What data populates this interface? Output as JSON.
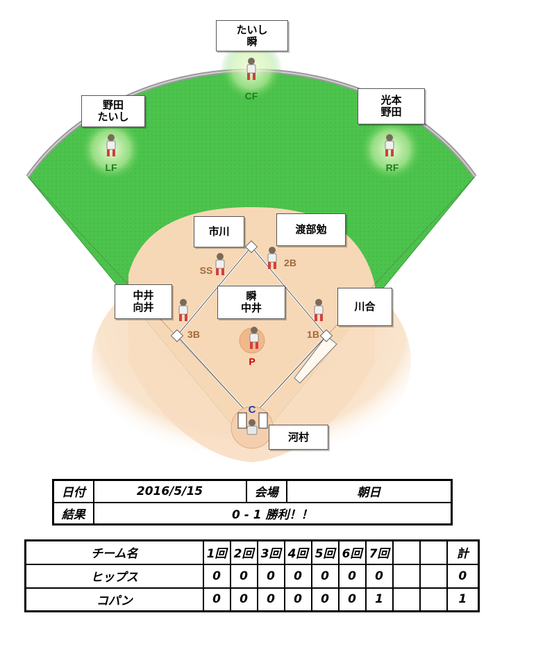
{
  "positions": {
    "cf": {
      "code": "CF",
      "players": [
        "たいし",
        "瞬"
      ]
    },
    "lf": {
      "code": "LF",
      "players": [
        "野田",
        "たいし"
      ]
    },
    "rf": {
      "code": "RF",
      "players": [
        "光本",
        "野田"
      ]
    },
    "ss": {
      "code": "SS",
      "players": [
        "市川"
      ]
    },
    "second_base": {
      "code": "2B",
      "players": [
        "渡部勉"
      ]
    },
    "third_base": {
      "code": "3B",
      "players": [
        "中井",
        "向井"
      ]
    },
    "first_base": {
      "code": "1B",
      "players": [
        "川合"
      ]
    },
    "pitcher": {
      "code": "P",
      "players": [
        "瞬",
        "中井"
      ]
    },
    "catcher": {
      "code": "C",
      "players": [
        "河村"
      ]
    }
  },
  "info": {
    "date_label": "日付",
    "date": "2016/5/15",
    "venue_label": "会場",
    "venue": "朝日",
    "result_label": "結果",
    "result": "0 - 1 勝利！！"
  },
  "scoreboard": {
    "team_header": "チーム名",
    "innings": [
      "1回",
      "2回",
      "3回",
      "4回",
      "5回",
      "6回",
      "7回",
      "",
      ""
    ],
    "total_header": "計",
    "teams": [
      {
        "name": "ヒップス",
        "scores": [
          "0",
          "0",
          "0",
          "0",
          "0",
          "0",
          "0",
          "",
          ""
        ],
        "total": "0"
      },
      {
        "name": "コパン",
        "scores": [
          "0",
          "0",
          "0",
          "0",
          "0",
          "0",
          "1",
          "",
          ""
        ],
        "total": "1"
      }
    ]
  },
  "colors": {
    "grass": "#4cc34c",
    "infield_dirt": "#f7d8b6",
    "fence": "#a9a9a9",
    "position_code": "#1f7d1f",
    "infield_code": "#a06a3c",
    "pitcher_code": "#cc0000",
    "catcher_code": "#1b3fb0"
  }
}
